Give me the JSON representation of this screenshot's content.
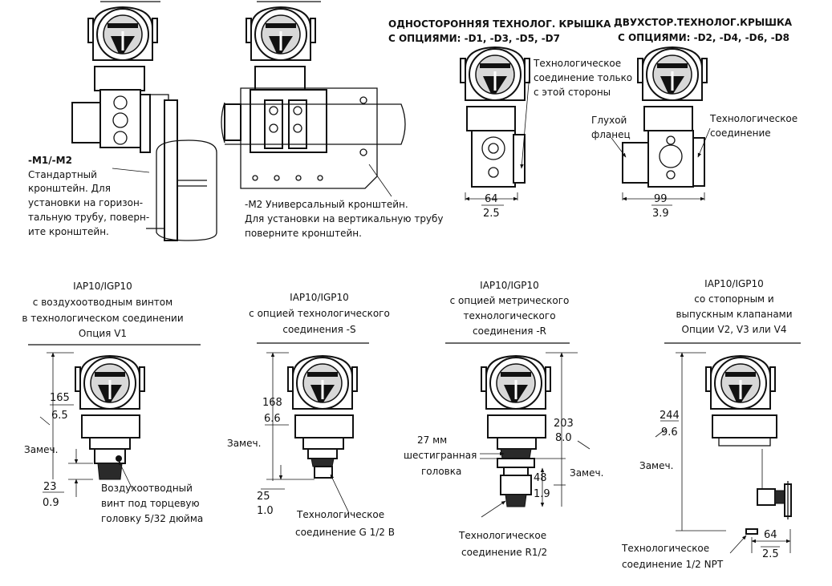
{
  "top": {
    "single_cover_title": [
      "ОДНОСТОРОННЯЯ  ТЕХНОЛОГ. КРЫШКА",
      "С ОПЦИЯМИ: -D1, -D3, -D5, -D7"
    ],
    "double_cover_title": [
      "ДВУХСТОР.ТЕХНОЛОГ.КРЫШКА",
      "С ОПЦИЯМИ: -D2, -D4, -D6, -D8"
    ],
    "single_note": [
      "Технологическое",
      "соединение только",
      "с этой стороны"
    ],
    "blind_flange": [
      "Глухой",
      "фланец"
    ],
    "process_conn": [
      "Технологическое",
      "соединение"
    ],
    "dim_single": {
      "mm": "64",
      "in": "2.5"
    },
    "dim_double": {
      "mm": "99",
      "in": "3.9"
    },
    "m1_note": [
      "-M1/-M2",
      "Стандартный",
      "кронштейн. Для",
      "установки на горизон-",
      "тальную трубу, поверн-",
      "ите кронштейн."
    ],
    "m2_note": [
      "-M2 Универсальный кронштейн.",
      "Для установки на вертикальную трубу",
      "поверните кронштейн."
    ]
  },
  "bottom": {
    "v1": {
      "title": [
        "IAP10/IGP10",
        "с воздухоотводным винтом",
        "в технологическом соединении",
        "Опция   V1"
      ],
      "dim_main": {
        "mm": "165",
        "in": "6.5"
      },
      "note_label": "Замеч.",
      "dim_small": {
        "mm": "23",
        "in": "0.9"
      },
      "callout": [
        "Воздухоотводный",
        "винт под торцевую",
        "головку  5/32 дюйма"
      ]
    },
    "s": {
      "title": [
        "IAP10/IGP10",
        "с опцией технологического",
        "соединения  -S"
      ],
      "dim_main": {
        "mm": "168",
        "in": "6.6"
      },
      "note_label": "Замеч.",
      "dim_small": {
        "mm": "25",
        "in": "1.0"
      },
      "callout": [
        "Технологическое",
        "соединение G 1/2 B"
      ]
    },
    "r": {
      "title": [
        "IAP10/IGP10",
        "с опцией  метрического",
        "технологического",
        "соединения  -R"
      ],
      "dim_main": {
        "mm": "203",
        "in": "8.0"
      },
      "hex_note": [
        "27 мм",
        "шестигранная",
        "головка"
      ],
      "dim_small": {
        "mm": "48",
        "in": "1.9"
      },
      "note_label": "Замеч.",
      "callout": [
        "Технологическое",
        "соединение  R1/2"
      ]
    },
    "v": {
      "title": [
        "IAP10/IGP10",
        "со стопорным и",
        "выпускным клапанами",
        "Опции  V2,  V3  или  V4"
      ],
      "dim_main": {
        "mm": "244",
        "in": "9.6"
      },
      "note_label": "Замеч.",
      "dim_small": {
        "mm": "64",
        "in": "2.5"
      },
      "callout": [
        "Технологическое",
        "соединение  1/2 NPT"
      ]
    }
  }
}
